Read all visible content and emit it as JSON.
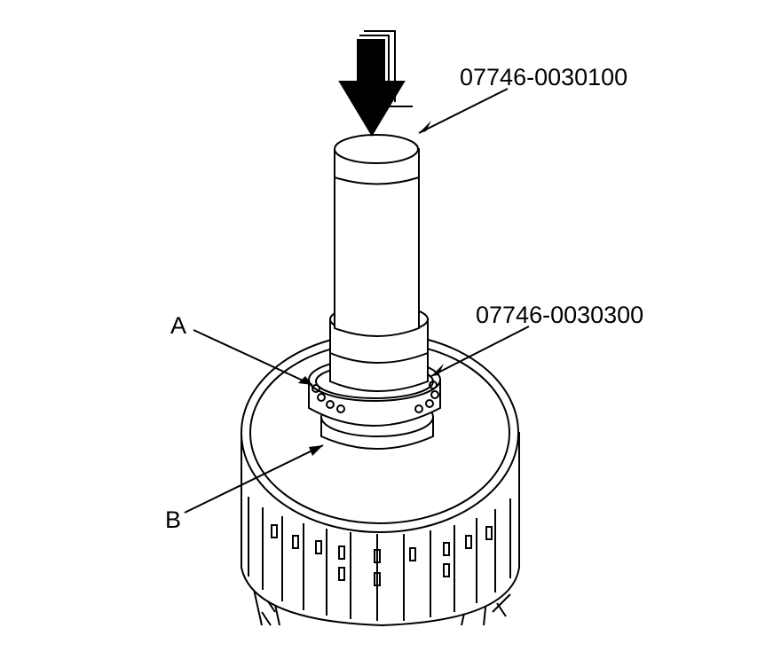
{
  "callouts": {
    "tool_driver": "07746-0030100",
    "tool_attachment": "07746-0030300",
    "label_a": "A",
    "label_b": "B"
  },
  "colors": {
    "line": "#000000",
    "background": "#ffffff"
  },
  "icons": {
    "press_direction": "down-arrow-icon"
  }
}
